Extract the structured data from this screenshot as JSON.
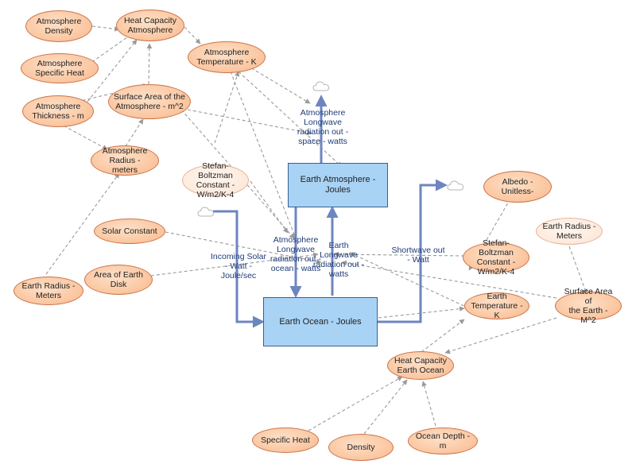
{
  "diagram": {
    "variables": [
      {
        "id": "atm_density",
        "label": "Atmosphere\nDensity"
      },
      {
        "id": "heat_cap_atm",
        "label": "Heat Capacity\nAtmosphere"
      },
      {
        "id": "atm_spec_heat",
        "label": "Atmosphere\nSpecific Heat"
      },
      {
        "id": "atm_temp",
        "label": "Atmosphere\nTemperature - K"
      },
      {
        "id": "atm_thickness",
        "label": "Atmosphere\nThickness - m"
      },
      {
        "id": "surf_area_atm",
        "label": "Surface Area of the\nAtmosphere - m^2"
      },
      {
        "id": "atm_radius",
        "label": "Atmosphere\nRadius - meters"
      },
      {
        "id": "sb_const_1",
        "label": "Stefan-Boltzman\nConstant -\nW/m2/K-4"
      },
      {
        "id": "solar_const",
        "label": "Solar Constant"
      },
      {
        "id": "area_disk",
        "label": "Area of Earth\nDisk"
      },
      {
        "id": "earth_radius_1",
        "label": "Earth Radius -\nMeters"
      },
      {
        "id": "albedo",
        "label": "Albedo -\nUnitless-"
      },
      {
        "id": "earth_radius_2",
        "label": "Earth Radius -\nMeters"
      },
      {
        "id": "sb_const_2",
        "label": "Stefan-Boltzman\nConstant -\nW/m2/K-4"
      },
      {
        "id": "earth_temp",
        "label": "Earth\nTemperature - K"
      },
      {
        "id": "surf_area_earth",
        "label": "Surface Area of\nthe Earth - M^2"
      },
      {
        "id": "heat_cap_ocean",
        "label": "Heat Capacity\nEarth Ocean"
      },
      {
        "id": "specific_heat",
        "label": "Specific Heat"
      },
      {
        "id": "density",
        "label": "Density"
      },
      {
        "id": "ocean_depth",
        "label": "Ocean Depth - m"
      }
    ],
    "stocks": [
      {
        "id": "atm_stock",
        "label": "Earth Atmosphere - Joules"
      },
      {
        "id": "ocean_stock",
        "label": "Earth Ocean - Joules"
      }
    ],
    "flows": [
      {
        "id": "atm_lw_space",
        "label": "Atmosphere\nLongwave\nradiation out -\nspace - watts"
      },
      {
        "id": "incoming_solar",
        "label": "Incoming Solar\n- Watt -\nJoule/sec"
      },
      {
        "id": "atm_lw_ocean",
        "label": "Atmosphere\nLongwave\nradiation out -\nocean - watts"
      },
      {
        "id": "earth_lw",
        "label": "Earth\nLongwave\nradiation out -\nwatts"
      },
      {
        "id": "shortwave_out",
        "label": "Shortwave out\n- Watt"
      }
    ],
    "colors": {
      "variable_fill": "#fbc9a4",
      "variable_border": "#c9744a",
      "stock_fill": "#a9d3f5",
      "stock_border": "#3a5f8f",
      "flow_line": "#6d86c0",
      "flow_text": "#1f3b78",
      "link_line": "#9a9a9a"
    },
    "icons": {
      "cloud": "cloud-icon"
    }
  }
}
